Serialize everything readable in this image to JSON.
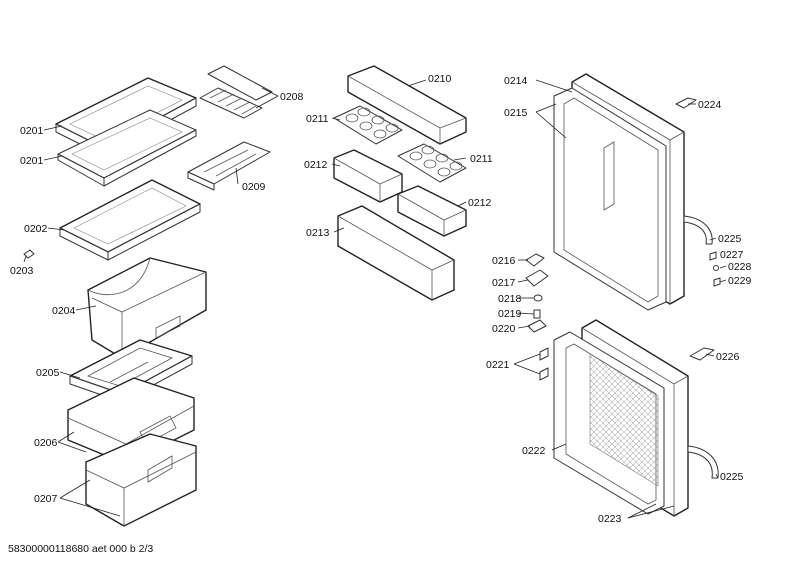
{
  "labels": {
    "p0201a": "0201",
    "p0201b": "0201",
    "p0202": "0202",
    "p0203": "0203",
    "p0204": "0204",
    "p0205": "0205",
    "p0206": "0206",
    "p0207": "0207",
    "p0208": "0208",
    "p0209": "0209",
    "p0210": "0210",
    "p0211a": "0211",
    "p0211b": "0211",
    "p0212a": "0212",
    "p0212b": "0212",
    "p0213": "0213",
    "p0214": "0214",
    "p0215": "0215",
    "p0216": "0216",
    "p0217": "0217",
    "p0218": "0218",
    "p0219": "0219",
    "p0220": "0220",
    "p0221": "0221",
    "p0222": "0222",
    "p0223": "0223",
    "p0224": "0224",
    "p0225a": "0225",
    "p0225b": "0225",
    "p0226": "0226",
    "p0227": "0227",
    "p0228": "0228",
    "p0229": "0229"
  },
  "footer": "58300000118680 aet 000 b 2/3"
}
